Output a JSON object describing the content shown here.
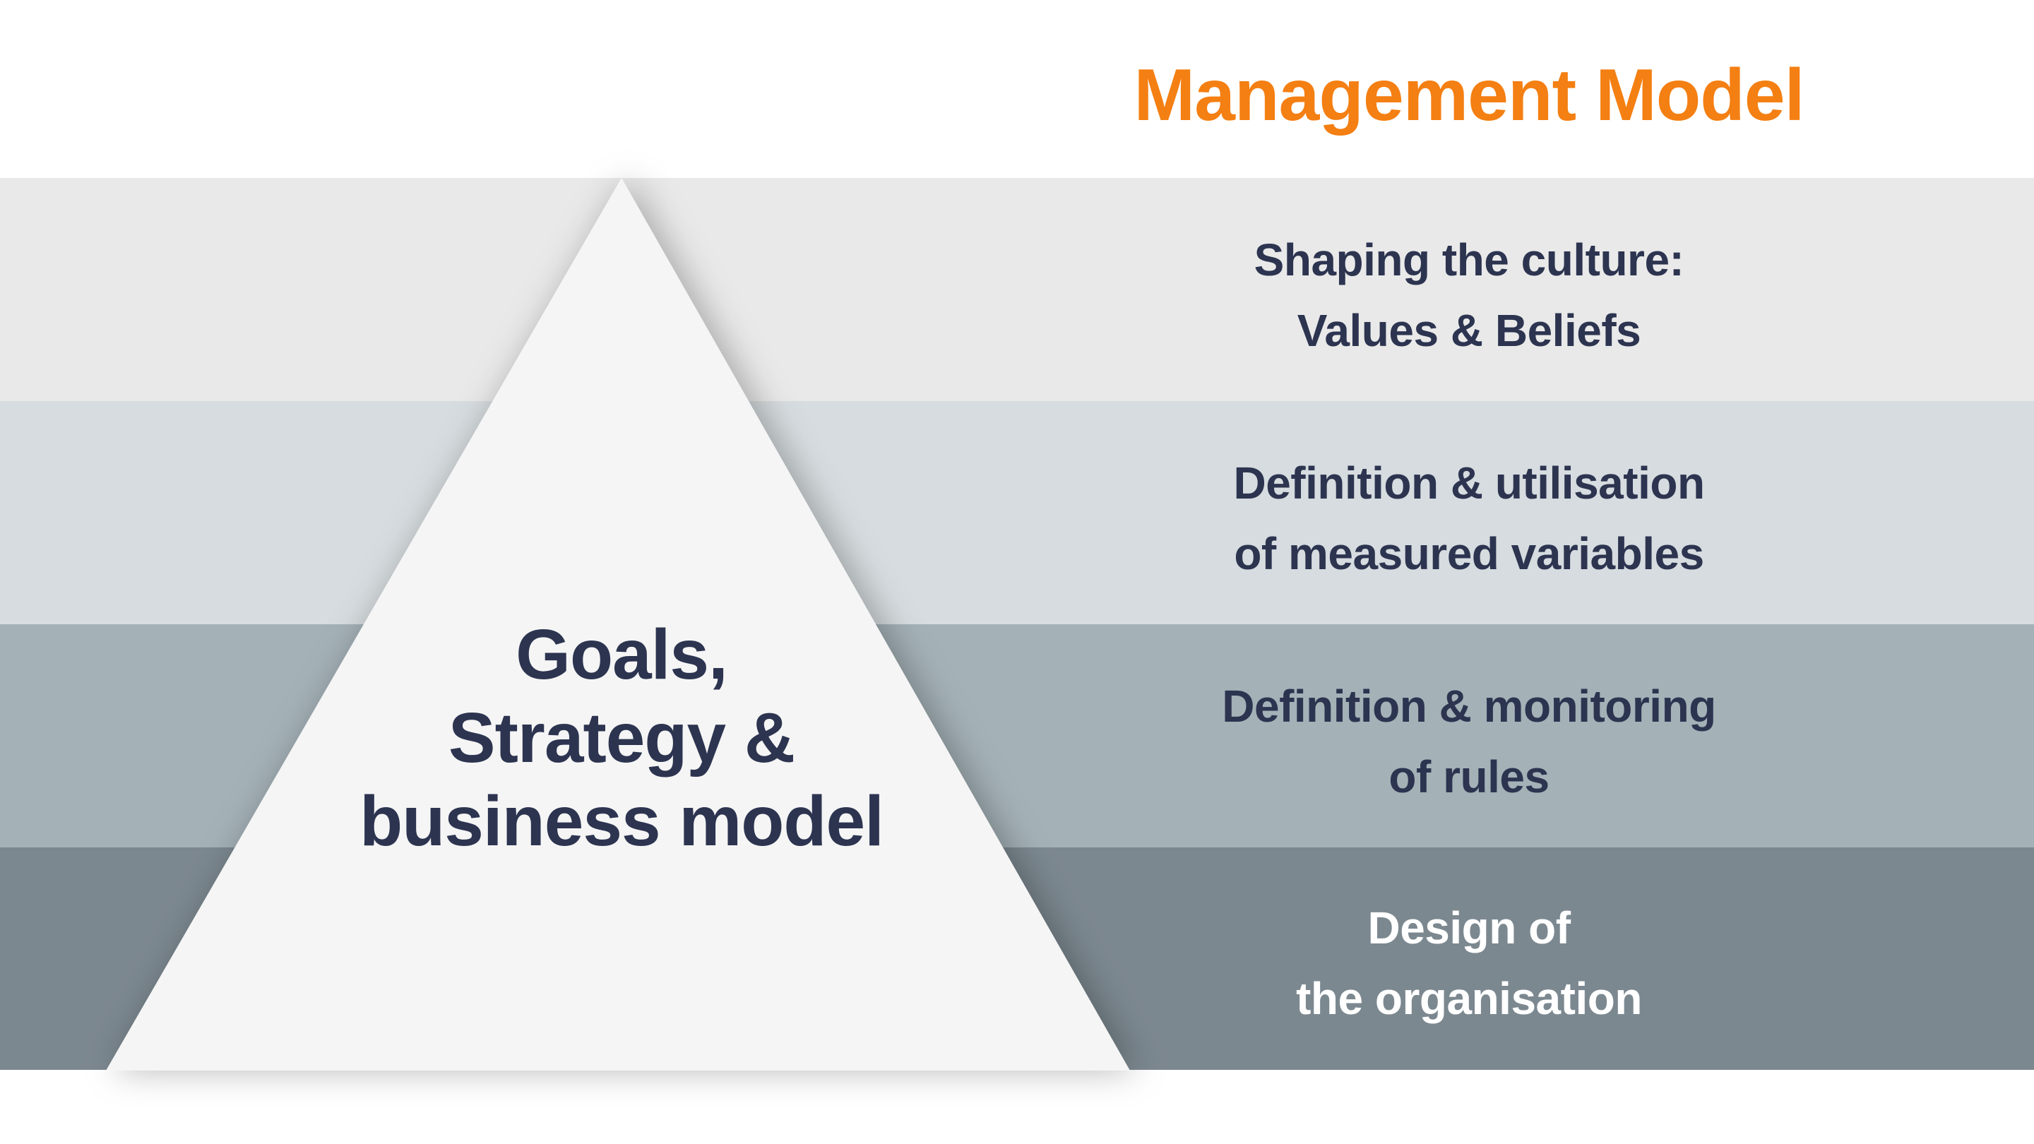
{
  "title": "Management Model",
  "pyramid": {
    "lines": [
      "Goals,",
      "Strategy &",
      "business model"
    ]
  },
  "layers": [
    {
      "lines": [
        "Shaping the culture:",
        "Values & Beliefs"
      ],
      "color": "#e9e9e9"
    },
    {
      "lines": [
        "Definition & utilisation",
        "of measured variables"
      ],
      "color": "#d6dcdf"
    },
    {
      "lines": [
        "Definition & monitoring",
        "of rules"
      ],
      "color": "#a4b1b7"
    },
    {
      "lines": [
        "Design of",
        "the organisation"
      ],
      "color": "#7c8890"
    }
  ],
  "colors": {
    "accent": "#f47f12",
    "text_dark": "#2c3450",
    "pyramid_fill": "#f5f5f5"
  }
}
